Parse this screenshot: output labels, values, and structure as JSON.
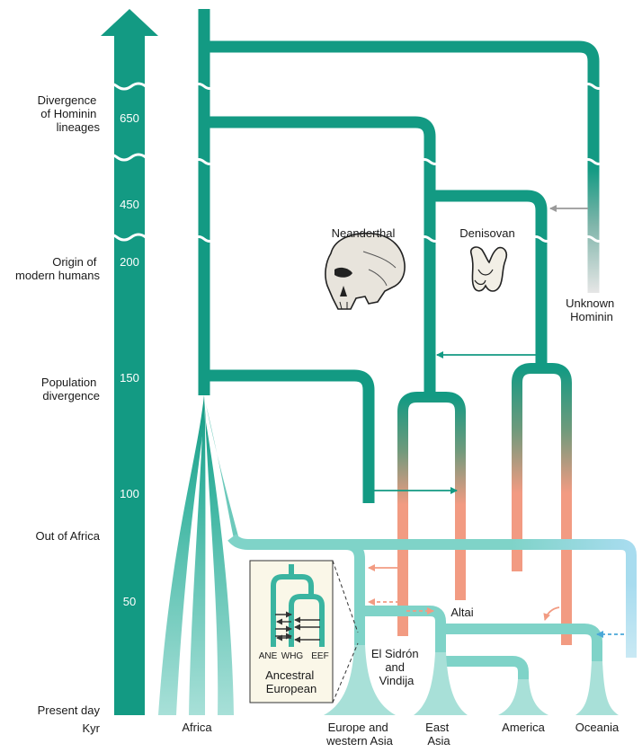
{
  "axis": {
    "ticks": [
      "650",
      "450",
      "200",
      "150",
      "100",
      "50"
    ],
    "labels": {
      "divergence_lineages": [
        "Divergence",
        "of Hominin",
        "lineages"
      ],
      "origin_modern": [
        "Origin of",
        "modern humans"
      ],
      "population_divergence": [
        "Population",
        "divergence"
      ],
      "out_of_africa": "Out of Africa",
      "present_day": "Present day",
      "kyr": "Kyr"
    }
  },
  "lineages": {
    "neanderthal": "Neanderthal",
    "denisovan": "Denisovan",
    "unknown": [
      "Unknown",
      "Hominin"
    ],
    "altai": "Altai",
    "el_sidron": [
      "El Sidrón",
      "and",
      "Vindija"
    ]
  },
  "populations": {
    "africa": "Africa",
    "europe": [
      "Europe and",
      "western Asia"
    ],
    "east_asia": [
      "East",
      "Asia"
    ],
    "america": "America",
    "oceania": "Oceania"
  },
  "inset": {
    "title": [
      "Ancestral",
      "European"
    ],
    "ane": "ANE",
    "whg": "WHG",
    "eef": "EEF"
  },
  "colors": {
    "human": "#139a83",
    "human_light": "#7fd3c8",
    "archaic": "#f29b82",
    "gene_flow_gray": "#9a9a9a",
    "gene_flow_blue": "#4aa8d8",
    "inset_bg": "#faf7e8"
  }
}
